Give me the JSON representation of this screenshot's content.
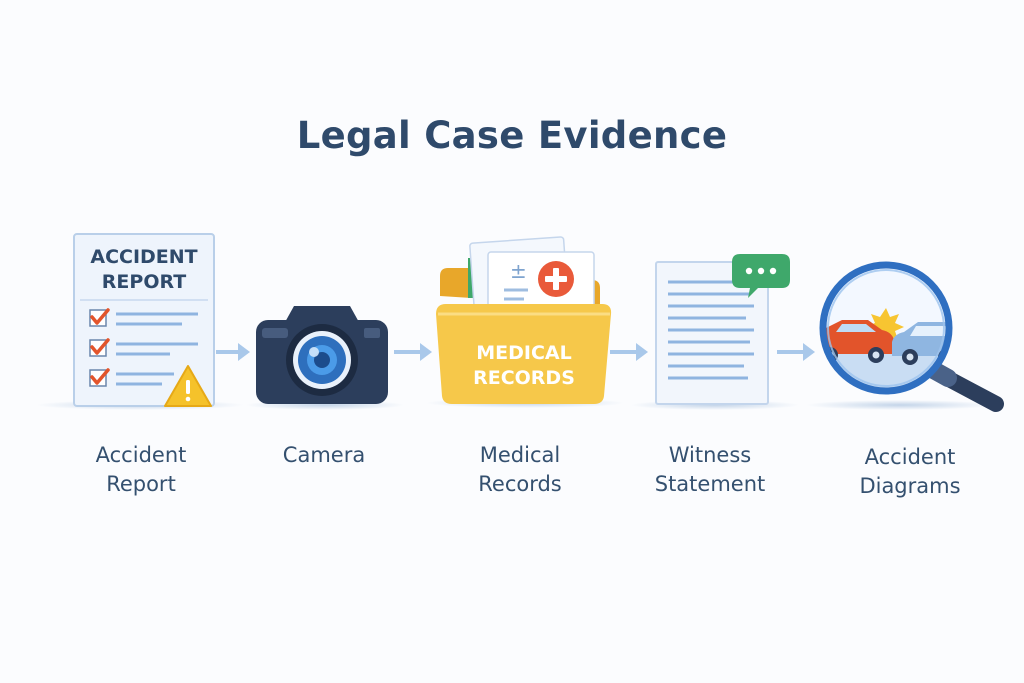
{
  "title": "Legal Case Evidence",
  "items": [
    {
      "label_line1": "Accident",
      "label_line2": "Report",
      "icon_text_1": "ACCIDENT",
      "icon_text_2": "REPORT",
      "icon": "accident-report-icon"
    },
    {
      "label_line1": "Camera",
      "label_line2": "",
      "icon": "camera-icon"
    },
    {
      "label_line1": "Medical",
      "label_line2": "Records",
      "icon_text_1": "MEDICAL",
      "icon_text_2": "RECORDS",
      "icon": "medical-records-folder-icon"
    },
    {
      "label_line1": "Witness",
      "label_line2": "Statement",
      "icon": "witness-statement-icon"
    },
    {
      "label_line1": "Accident",
      "label_line2": "Diagrams",
      "icon": "magnifier-car-crash-icon"
    }
  ],
  "colors": {
    "title": "#2f4a6b",
    "label": "#34506f",
    "arrow": "#a9c8ea",
    "folder": "#f6c84a",
    "camera": "#2c3e5c",
    "check": "#e2542b",
    "warning": "#f5c22b",
    "chat": "#3fa86b"
  }
}
